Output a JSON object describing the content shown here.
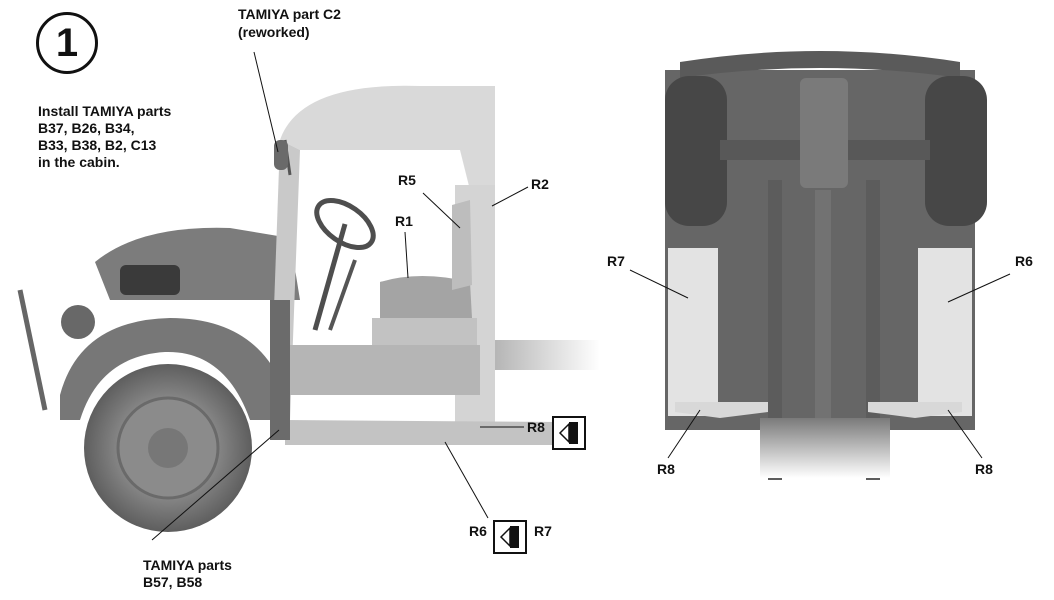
{
  "step": {
    "number": "1"
  },
  "callouts": {
    "c2_part": "TAMIYA part C2",
    "c2_note": "(reworked)",
    "install_text": "Install TAMIYA parts\nB37, B26, B34,\nB33, B38, B2, C13\nin the cabin.",
    "bottom_parts": "TAMIYA parts\nB57, B58"
  },
  "left_labels": {
    "r5": "R5",
    "r2": "R2",
    "r1": "R1",
    "r8": "R8",
    "r6": "R6",
    "r7": "R7"
  },
  "right_labels": {
    "r7": "R7",
    "r6": "R6",
    "r8_left": "R8",
    "r8_right": "R8"
  },
  "icons": {
    "mirror_icon": "mirror-symmetry-icon"
  }
}
